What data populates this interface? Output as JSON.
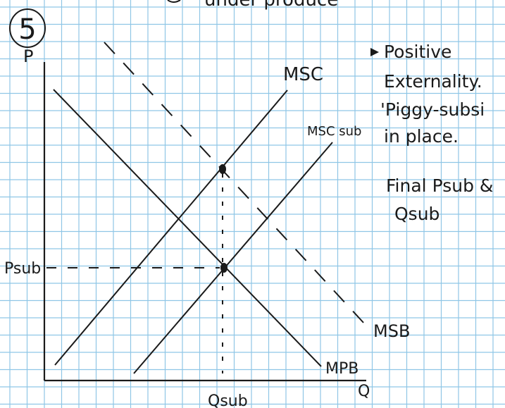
{
  "header": {
    "step_number": "5",
    "top_cut_text": "under produce"
  },
  "axes": {
    "y_label": "P",
    "x_label": "Q"
  },
  "curves": {
    "msc": "MSC",
    "msc_sub": "MSC sub",
    "msb": "MSB",
    "mpb": "MPB"
  },
  "equilibrium": {
    "price_label": "Psub",
    "quantity_label": "Qsub"
  },
  "notes": {
    "line1": "Positive",
    "line2": "Externality.",
    "line3": "'Piggy-subsi",
    "line4": "in place.",
    "line5": "Final Psub &",
    "line6": "Qsub"
  },
  "colors": {
    "grid": "#8fc6e6",
    "ink": "#1a1a1a",
    "paper": "#ffffff"
  }
}
